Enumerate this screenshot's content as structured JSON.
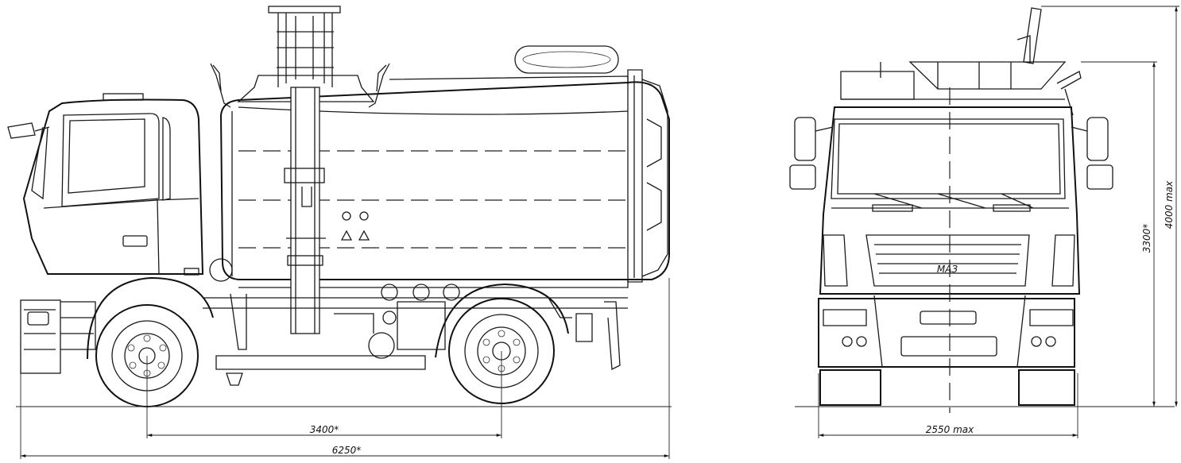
{
  "dimensions": {
    "wheelbase": "3400*",
    "overall_length": "6250*",
    "overall_width": "2550 max",
    "body_height": "3300*",
    "max_height": "4000 max"
  },
  "logo_text": "МАЗ",
  "colors": {
    "line": "#1a1a1a",
    "background": "#ffffff"
  }
}
